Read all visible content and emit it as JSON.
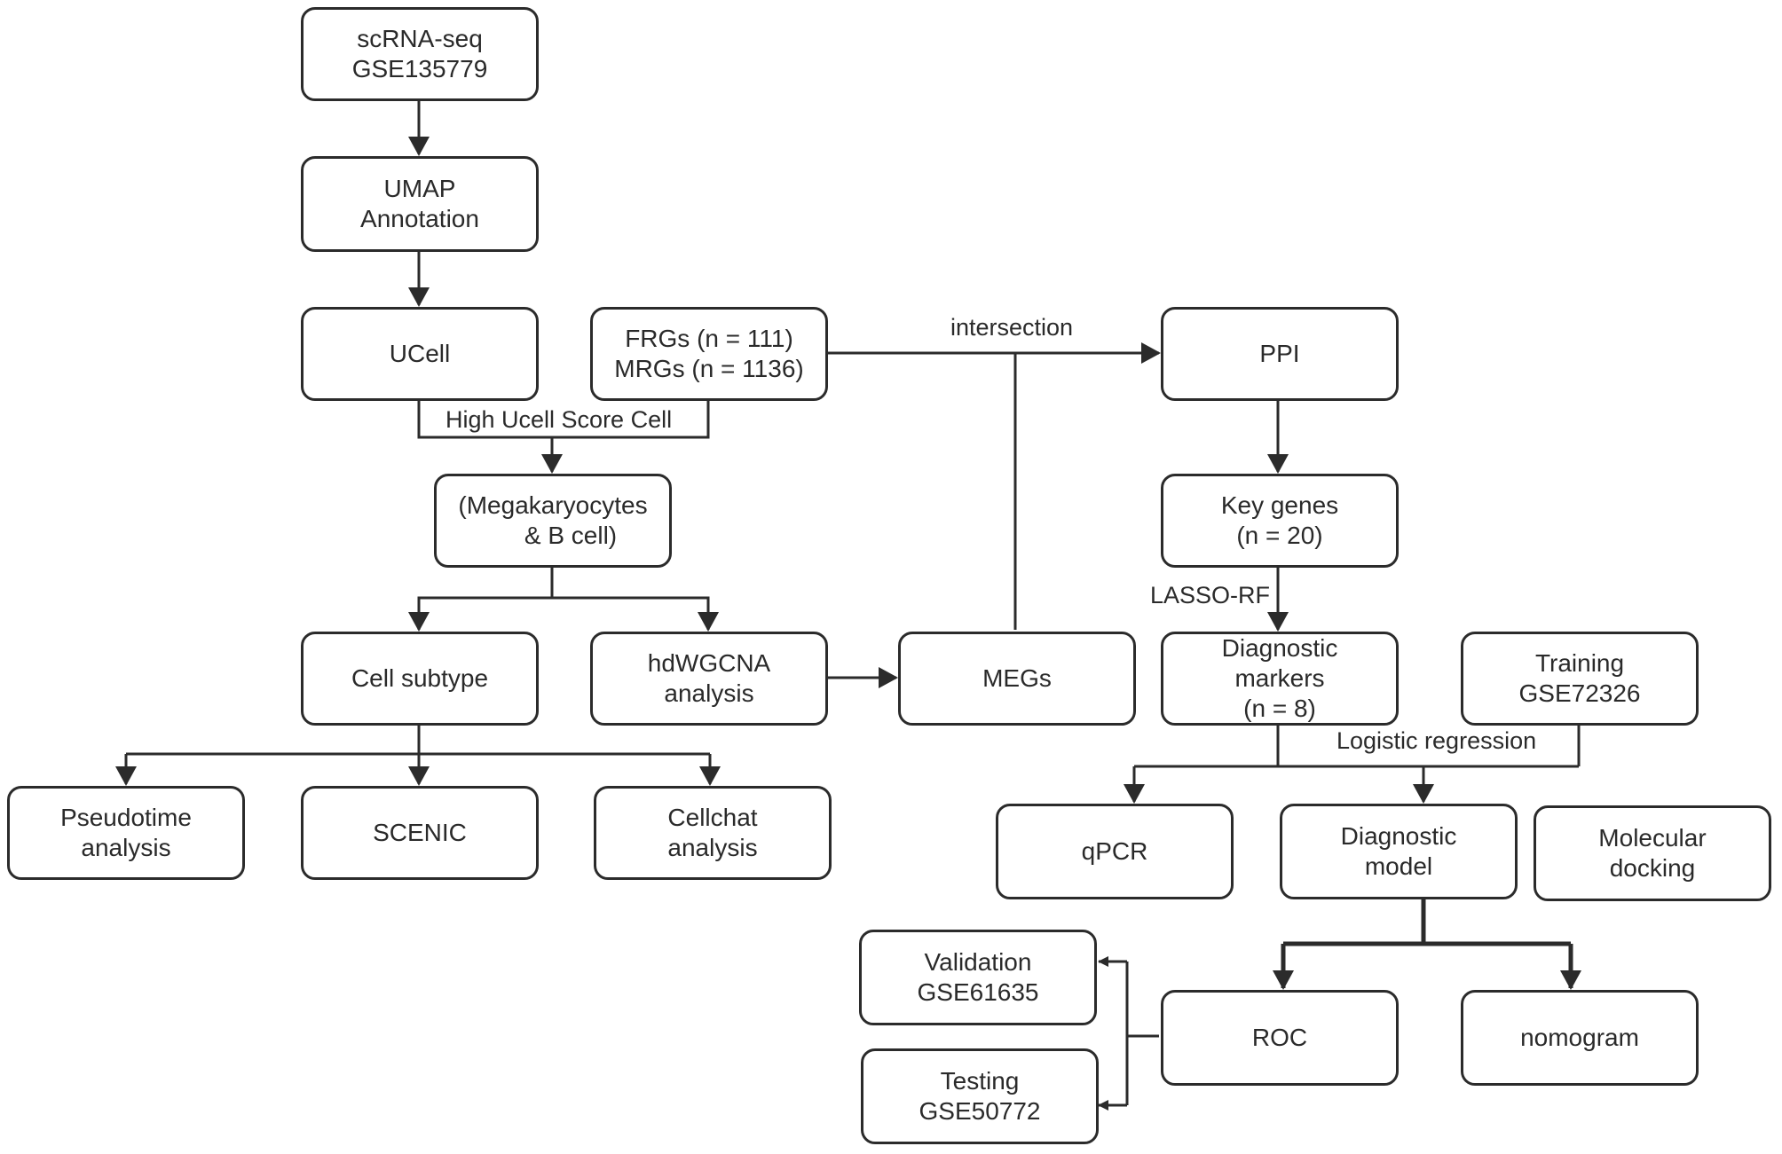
{
  "nodes": {
    "scrna": {
      "line1": "scRNA-seq",
      "line2": "GSE135779"
    },
    "umap": {
      "line1": "UMAP",
      "line2": "Annotation"
    },
    "ucell": {
      "line1": "UCell"
    },
    "frgs": {
      "line1": "FRGs (n = 111)",
      "line2": "MRGs (n = 1136)"
    },
    "megakaryo": {
      "line1": "(Megakaryocytes",
      "line2": "& B cell)"
    },
    "subtype": {
      "line1": "Cell subtype"
    },
    "hdwgcna": {
      "line1": "hdWGCNA",
      "line2": "analysis"
    },
    "megs": {
      "line1": "MEGs"
    },
    "pseudotime": {
      "line1": "Pseudotime",
      "line2": "analysis"
    },
    "scenic": {
      "line1": "SCENIC"
    },
    "cellchat": {
      "line1": "Cellchat",
      "line2": "analysis"
    },
    "ppi": {
      "line1": "PPI"
    },
    "keygenes": {
      "line1": "Key genes",
      "line2": "(n = 20)"
    },
    "diagmarkers": {
      "line1": "Diagnostic",
      "line2": "markers",
      "line3": "(n = 8)"
    },
    "training": {
      "line1": "Training",
      "line2": "GSE72326"
    },
    "qpcr": {
      "line1": "qPCR"
    },
    "diagmodel": {
      "line1": "Diagnostic",
      "line2": "model"
    },
    "docking": {
      "line1": "Molecular",
      "line2": "docking"
    },
    "validation": {
      "line1": "Validation",
      "line2": "GSE61635"
    },
    "testing": {
      "line1": "Testing",
      "line2": "GSE50772"
    },
    "roc": {
      "line1": "ROC"
    },
    "nomogram": {
      "line1": "nomogram"
    }
  },
  "labels": {
    "high_ucell": "High Ucell Score Cell",
    "intersection": "intersection",
    "lasso_rf": "LASSO-RF",
    "logistic": "Logistic regression"
  },
  "colors": {
    "stroke": "#2b2b2b",
    "text": "#2a2a2a",
    "background": "#ffffff"
  }
}
